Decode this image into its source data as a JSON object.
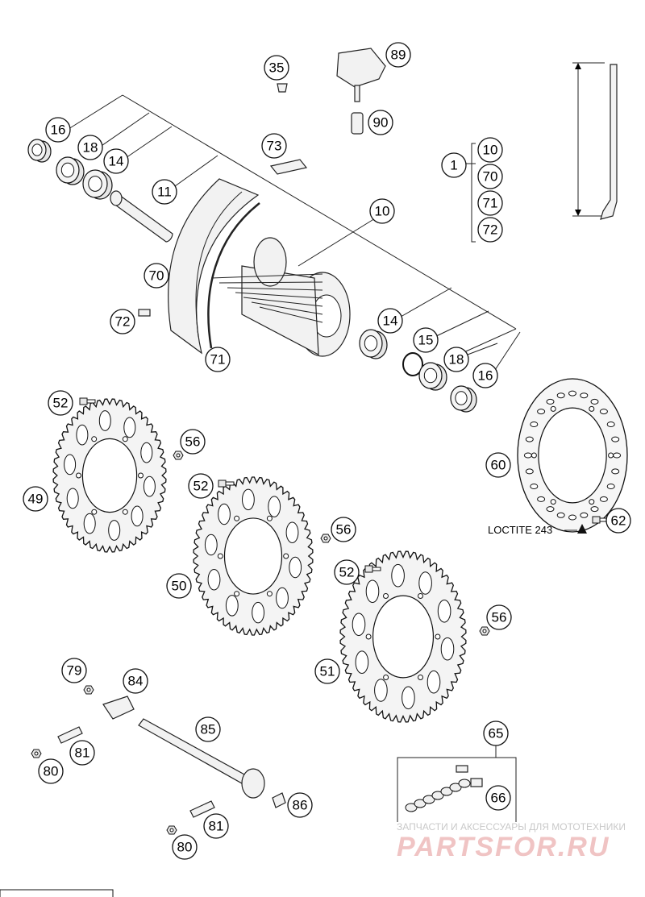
{
  "callouts": {
    "c35": "35",
    "c89": "89",
    "c90": "90",
    "c16a": "16",
    "c18a": "18",
    "c14a": "14",
    "c11": "11",
    "c73": "73",
    "c10": "10",
    "c1": "1",
    "k10": "10",
    "k70": "70",
    "k71": "71",
    "k72": "72",
    "c70": "70",
    "c72": "72",
    "c71": "71",
    "c14b": "14",
    "c15": "15",
    "c18b": "18",
    "c16b": "16",
    "c52a": "52",
    "c56a": "56",
    "c49": "49",
    "c52b": "52",
    "c56b": "56",
    "c50": "50",
    "c52c": "52",
    "c56c": "56",
    "c51": "51",
    "c60": "60",
    "c62": "62",
    "c79": "79",
    "c84": "84",
    "c85": "85",
    "c81a": "81",
    "c80a": "80",
    "c86": "86",
    "c81b": "81",
    "c80b": "80",
    "c65": "65",
    "c66": "66"
  },
  "loctite_label": "LOCTITE 243",
  "watermark": {
    "line1": "ЗАПЧАСТИ И АКСЕССУАРЫ ДЛЯ МОТОТЕХНИКИ",
    "line2": "PARTSFOR.RU"
  }
}
